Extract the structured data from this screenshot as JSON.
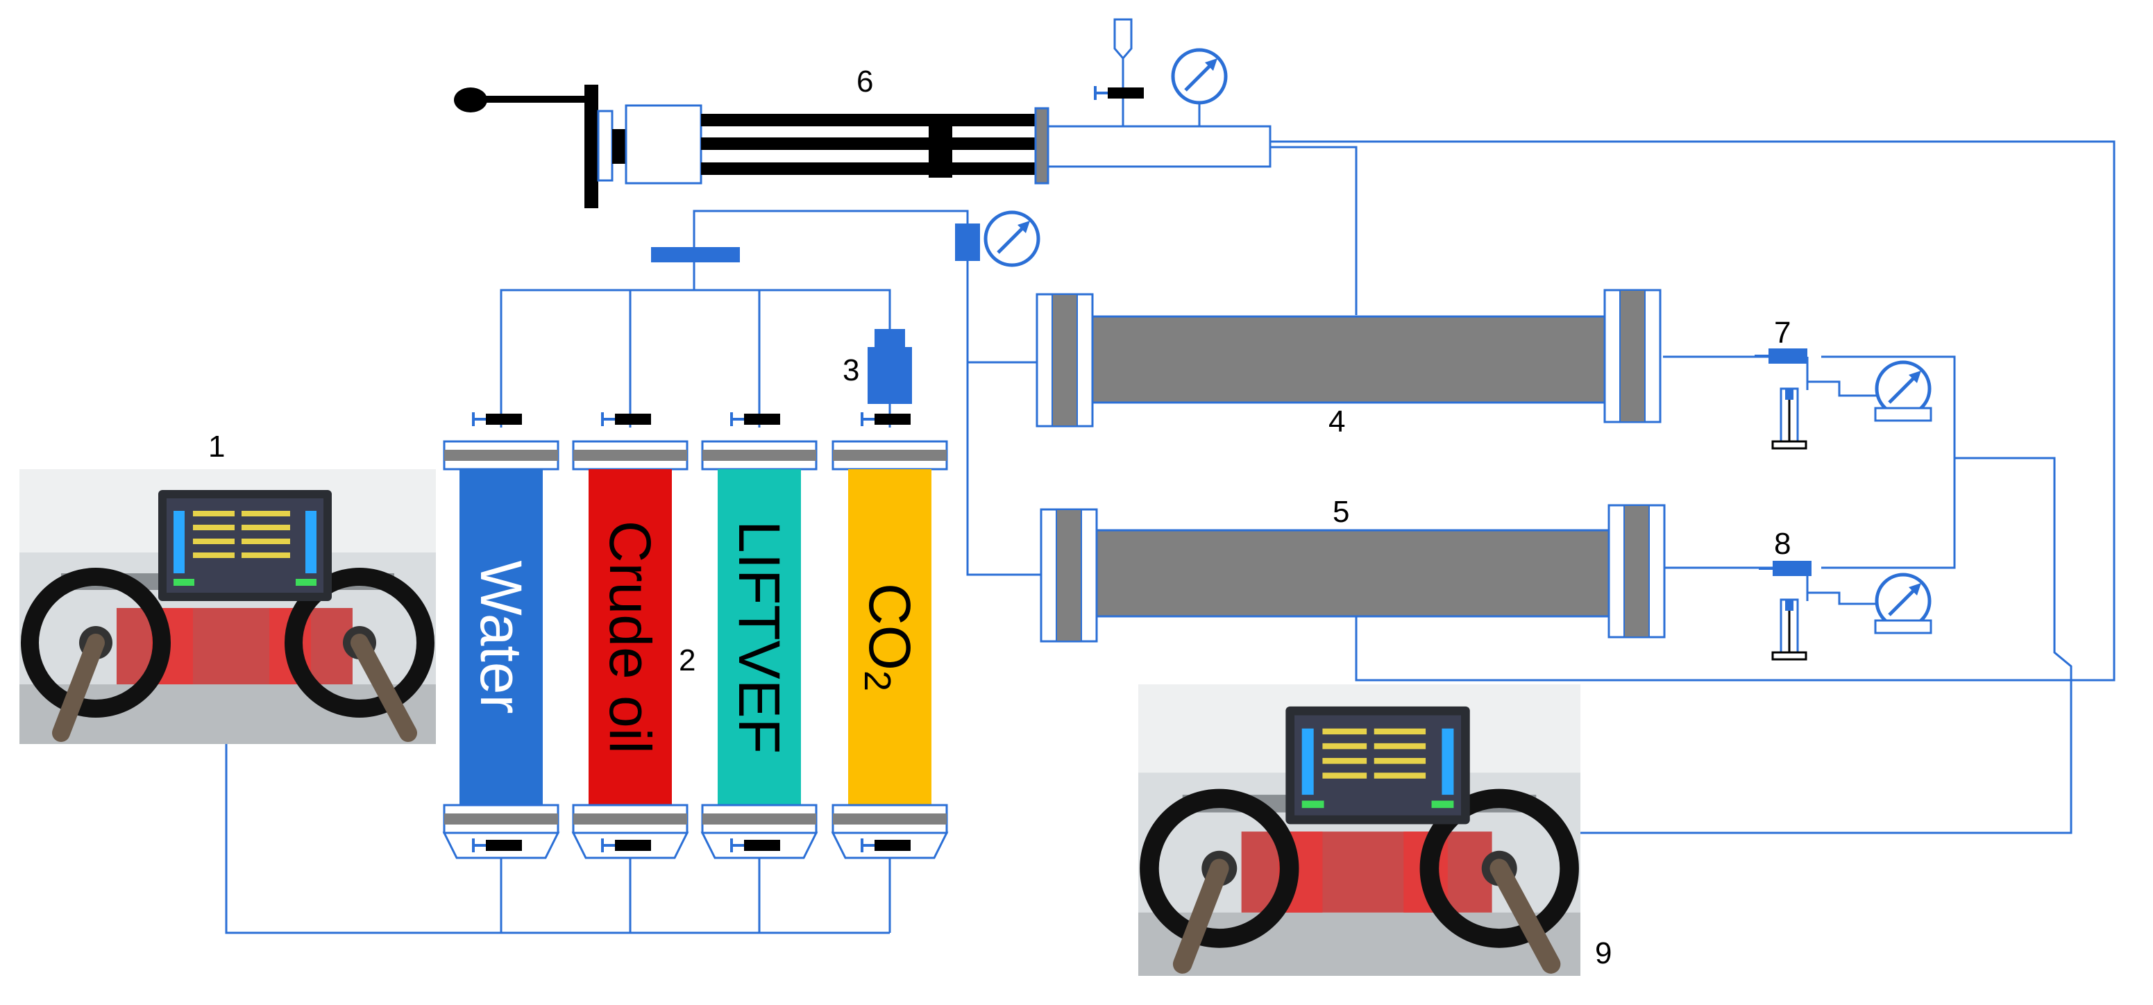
{
  "labels": {
    "pump1": "1",
    "containers": "2",
    "regulator": "3",
    "core_long": "4",
    "core_short": "5",
    "manual_pump": "6",
    "outlet_long": "7",
    "outlet_short": "8",
    "pump9": "9"
  },
  "containers": [
    {
      "label": "Water",
      "sub": "",
      "color": "#2871D2",
      "text_color": "#FFFFFF"
    },
    {
      "label": "Crude oil",
      "sub": "",
      "color": "#E00E0E",
      "text_color": "#000000"
    },
    {
      "label": "LIFTVEF",
      "sub": "",
      "color": "#13C3B4",
      "text_color": "#000000"
    },
    {
      "label": "CO",
      "sub": "2",
      "color": "#FDBE00",
      "text_color": "#000000"
    }
  ],
  "colors": {
    "line": "#2B6FD6",
    "valve": "#2B6FD6",
    "core": "#808080",
    "dark": "#000000"
  },
  "icons": {
    "gauge": "pressure-gauge-icon",
    "valve": "needle-valve-icon",
    "cylinder": "measuring-cylinder-icon",
    "pump_photo": "displacement-pump-photo"
  }
}
